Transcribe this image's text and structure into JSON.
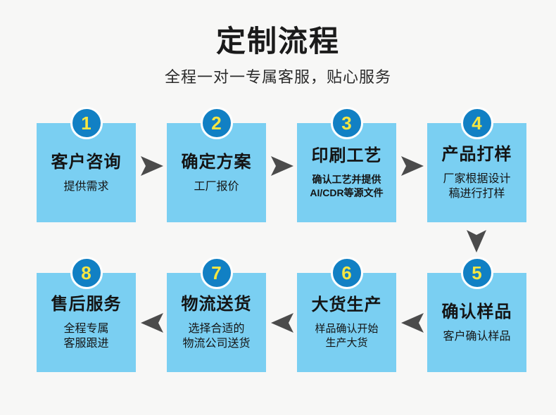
{
  "header": {
    "title": "定制流程",
    "subtitle": "全程一对一专属客服，贴心服务"
  },
  "theme": {
    "page_background": "#f7f7f6",
    "box_fill": "#7ACFF2",
    "badge_fill": "#1180C4",
    "badge_ring": "#ffffff",
    "badge_number_color": "#F5E642",
    "arrow_color": "#4B4B4B",
    "text_color": "#141414"
  },
  "flow": {
    "steps": [
      {
        "number": "1",
        "heading": "客户咨询",
        "desc_lines": [
          "提供需求"
        ],
        "desc_style": "lg"
      },
      {
        "number": "2",
        "heading": "确定方案",
        "desc_lines": [
          "工厂报价"
        ],
        "desc_style": "lg"
      },
      {
        "number": "3",
        "heading": "印刷工艺",
        "desc_lines": [
          "确认工艺并提供",
          "AI/CDR等源文件"
        ],
        "desc_style": "bold"
      },
      {
        "number": "4",
        "heading": "产品打样",
        "desc_lines": [
          "厂家根据设计",
          "稿进行打样"
        ],
        "desc_style": "lg"
      },
      {
        "number": "5",
        "heading": "确认样品",
        "desc_lines": [
          "客户确认样品"
        ],
        "desc_style": "lg"
      },
      {
        "number": "6",
        "heading": "大货生产",
        "desc_lines": [
          "样品确认开始",
          "生产大货"
        ],
        "desc_style": "normal"
      },
      {
        "number": "7",
        "heading": "物流送货",
        "desc_lines": [
          "选择合适的",
          "物流公司送货"
        ],
        "desc_style": "lg"
      },
      {
        "number": "8",
        "heading": "售后服务",
        "desc_lines": [
          "全程专属",
          "客服跟进"
        ],
        "desc_style": "lg"
      }
    ],
    "connectors": [
      {
        "name": "arrow-1-to-2",
        "direction": "right"
      },
      {
        "name": "arrow-2-to-3",
        "direction": "right"
      },
      {
        "name": "arrow-3-to-4",
        "direction": "right"
      },
      {
        "name": "arrow-4-to-5",
        "direction": "down"
      },
      {
        "name": "arrow-5-to-6",
        "direction": "left"
      },
      {
        "name": "arrow-6-to-7",
        "direction": "left"
      },
      {
        "name": "arrow-7-to-8",
        "direction": "left"
      }
    ]
  }
}
